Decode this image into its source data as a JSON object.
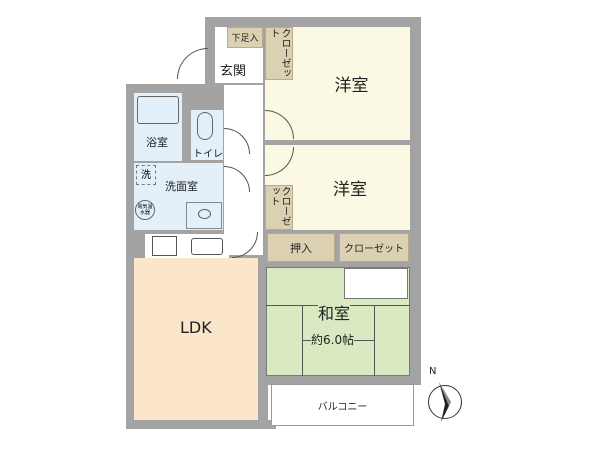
{
  "rooms": {
    "genkan": "玄関",
    "shoe_storage": "下足入",
    "closet_1": "クローゼット",
    "western_room_1": "洋室",
    "western_room_2": "洋室",
    "closet_2": "クローゼット",
    "bathroom": "浴室",
    "toilet": "トイレ",
    "washroom": "洗面室",
    "washer": "洗",
    "water_heater": "電気温水器",
    "oshiire": "押入",
    "closet_3": "クローゼット",
    "japanese_room": "和室",
    "japanese_room_size": "約6.0帖",
    "ldk": "LDK",
    "balcony": "バルコニー"
  },
  "compass": {
    "label": "N"
  },
  "colors": {
    "wall": "#a3a3a3",
    "western": "#fbf9e4",
    "ldk": "#fbe5cb",
    "wet": "#e4f0f9",
    "storage": "#dcd0b2",
    "tatami": "#d9eac3"
  }
}
